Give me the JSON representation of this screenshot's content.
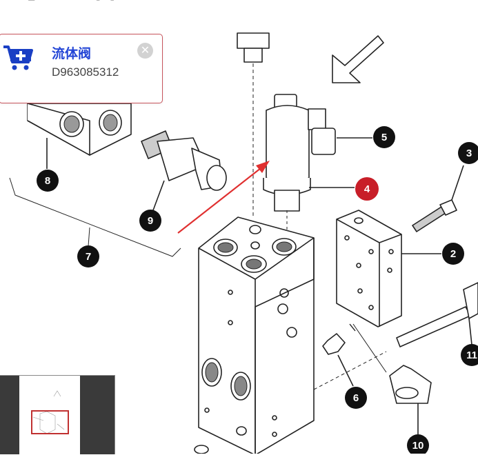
{
  "popup": {
    "title": "流体阀",
    "part_number": "D963085312",
    "close_icon": "close-circle-icon",
    "cart_icon": "add-to-cart-icon"
  },
  "diagram": {
    "labels": [
      "2",
      "3",
      "4",
      "5",
      "6",
      "7",
      "8",
      "9",
      "10",
      "11"
    ],
    "highlighted_label": "4",
    "highlight_color": "#c81e28",
    "arrow_color": "#e03030"
  },
  "toolbar_icons": [
    "back-icon",
    "grid-icon",
    "zoom-in-icon",
    "zoom-out-icon",
    "fit-icon",
    "page-icon",
    "page-icon",
    "print-icon",
    "expand-icon",
    "download-icon"
  ]
}
